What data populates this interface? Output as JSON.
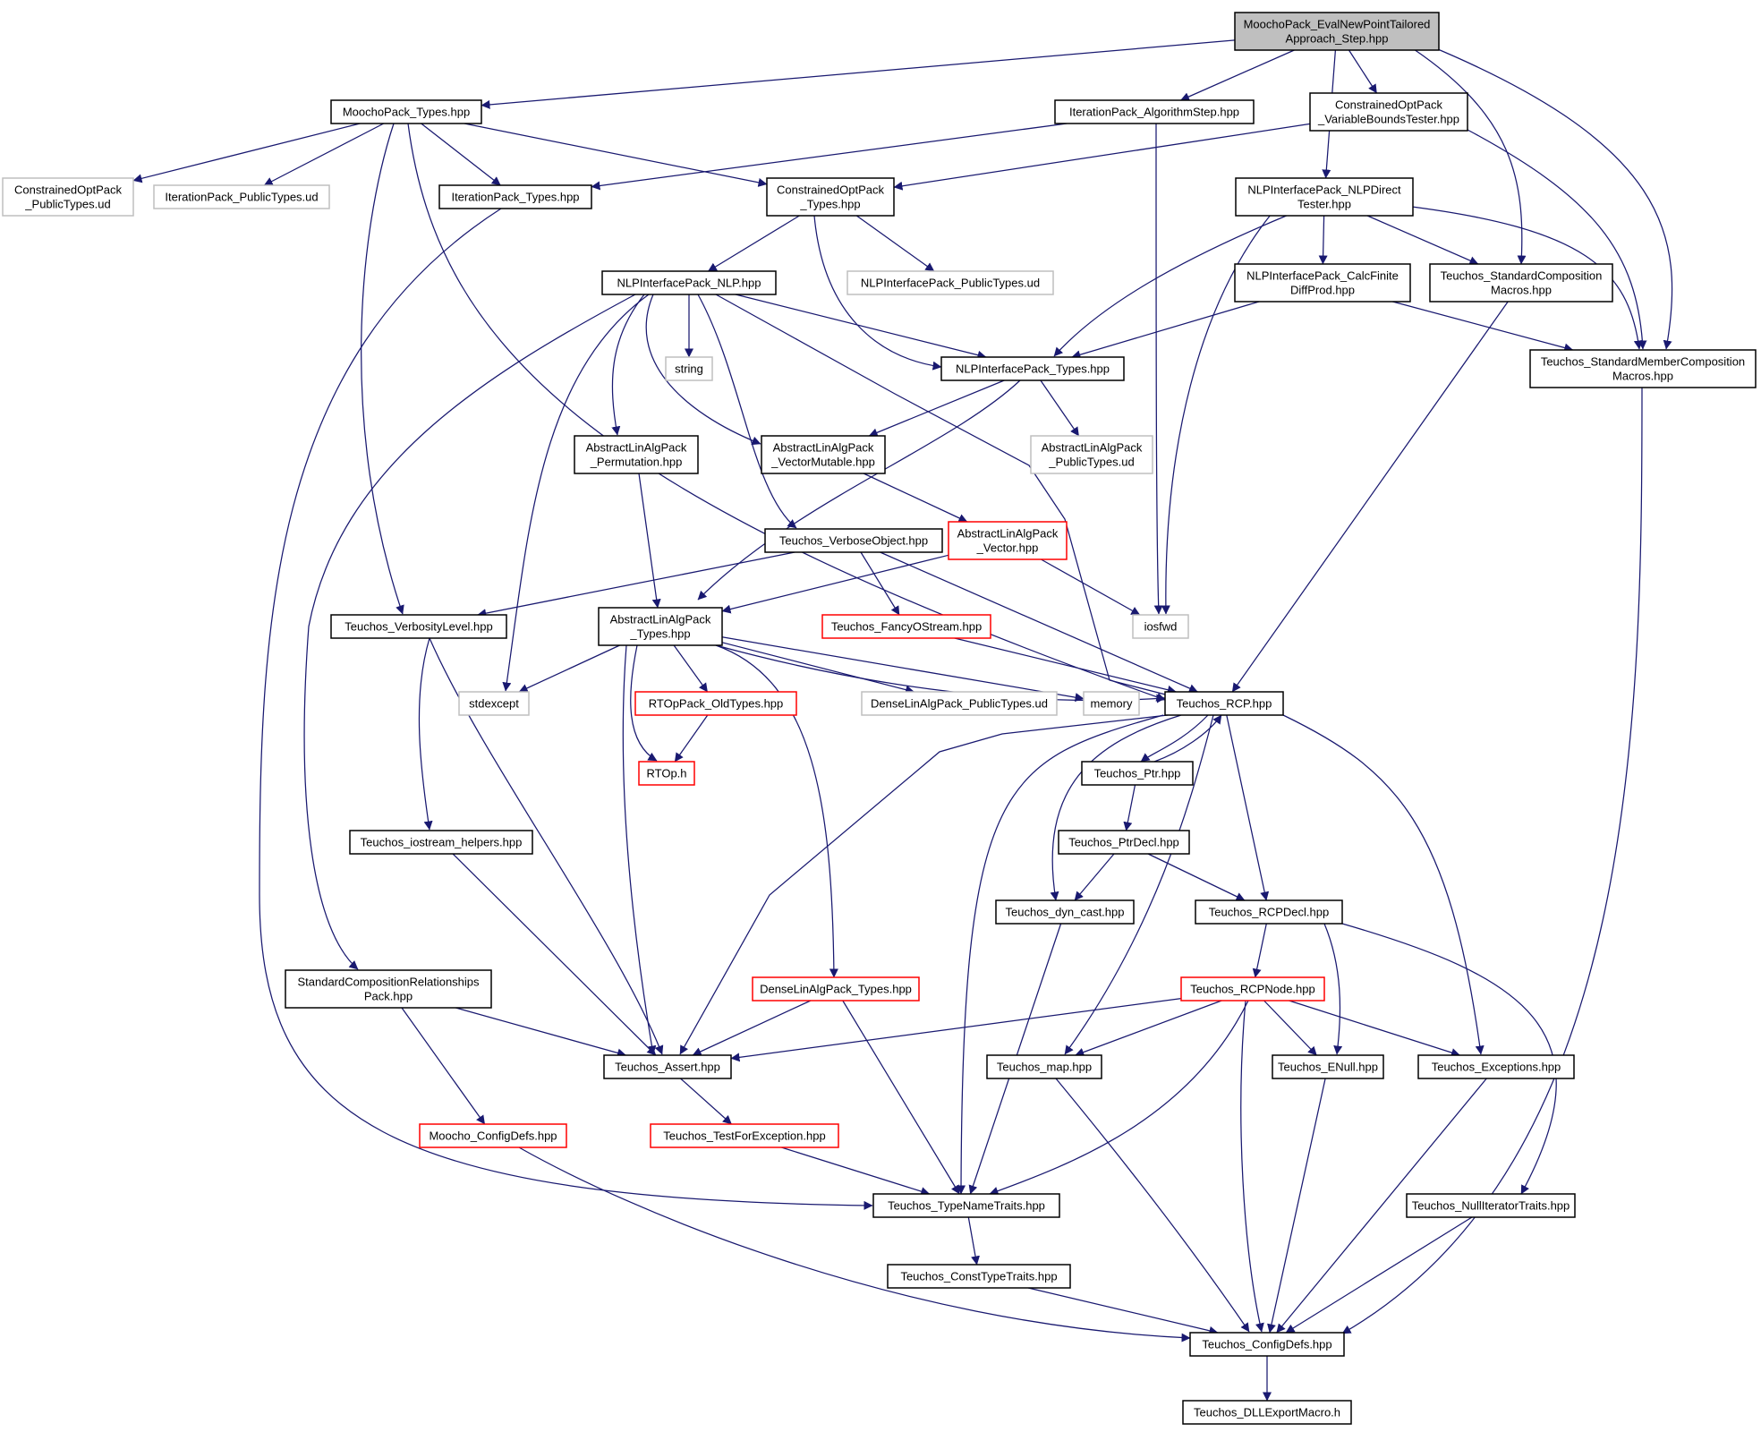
{
  "colors": {
    "edge": "#191970",
    "root_fill": "#bfbfbf",
    "normal_border": "#000000",
    "truncated_border": "#ff0000",
    "external_border": "#bfbfbf"
  },
  "nodes": [
    {
      "id": "root",
      "label": "MoochoPack_EvalNewPointTailored\nApproach_Step.hpp",
      "kind": "root"
    },
    {
      "id": "moochotypes",
      "label": "MoochoPack_Types.hpp",
      "kind": "normal"
    },
    {
      "id": "iteralgstep",
      "label": "IterationPack_AlgorithmStep.hpp",
      "kind": "normal"
    },
    {
      "id": "varbounds",
      "label": "ConstrainedOptPack\n_VariableBoundsTester.hpp",
      "kind": "normal"
    },
    {
      "id": "copublicud",
      "label": "ConstrainedOptPack\n_PublicTypes.ud",
      "kind": "external"
    },
    {
      "id": "iterpublicud",
      "label": "IterationPack_PublicTypes.ud",
      "kind": "external"
    },
    {
      "id": "itertypes",
      "label": "IterationPack_Types.hpp",
      "kind": "normal"
    },
    {
      "id": "cotypes",
      "label": "ConstrainedOptPack\n_Types.hpp",
      "kind": "normal"
    },
    {
      "id": "nlpdirect",
      "label": "NLPInterfacePack_NLPDirect\nTester.hpp",
      "kind": "normal"
    },
    {
      "id": "nlphpp",
      "label": "NLPInterfacePack_NLP.hpp",
      "kind": "normal"
    },
    {
      "id": "nlppublicud",
      "label": "NLPInterfacePack_PublicTypes.ud",
      "kind": "external"
    },
    {
      "id": "calcfinite",
      "label": "NLPInterfacePack_CalcFinite\nDiffProd.hpp",
      "kind": "normal"
    },
    {
      "id": "stdcomp",
      "label": "Teuchos_StandardComposition\nMacros.hpp",
      "kind": "normal"
    },
    {
      "id": "stdmember",
      "label": "Teuchos_StandardMemberComposition\nMacros.hpp",
      "kind": "normal"
    },
    {
      "id": "string",
      "label": "string",
      "kind": "external"
    },
    {
      "id": "nlptypes",
      "label": "NLPInterfacePack_Types.hpp",
      "kind": "normal"
    },
    {
      "id": "alapermutation",
      "label": "AbstractLinAlgPack\n_Permutation.hpp",
      "kind": "normal"
    },
    {
      "id": "alavecmut",
      "label": "AbstractLinAlgPack\n_VectorMutable.hpp",
      "kind": "normal"
    },
    {
      "id": "alapublicud",
      "label": "AbstractLinAlgPack\n_PublicTypes.ud",
      "kind": "external"
    },
    {
      "id": "verboseobj",
      "label": "Teuchos_VerboseObject.hpp",
      "kind": "normal"
    },
    {
      "id": "alavector",
      "label": "AbstractLinAlgPack\n_Vector.hpp",
      "kind": "truncated"
    },
    {
      "id": "verbositylevel",
      "label": "Teuchos_VerbosityLevel.hpp",
      "kind": "normal"
    },
    {
      "id": "alatypes",
      "label": "AbstractLinAlgPack\n_Types.hpp",
      "kind": "normal"
    },
    {
      "id": "fancyostream",
      "label": "Teuchos_FancyOStream.hpp",
      "kind": "truncated"
    },
    {
      "id": "iosfwd",
      "label": "iosfwd",
      "kind": "external"
    },
    {
      "id": "stdexcept",
      "label": "stdexcept",
      "kind": "external"
    },
    {
      "id": "rtopoldtypes",
      "label": "RTOpPack_OldTypes.hpp",
      "kind": "truncated"
    },
    {
      "id": "denselapublicud",
      "label": "DenseLinAlgPack_PublicTypes.ud",
      "kind": "external"
    },
    {
      "id": "memory",
      "label": "memory",
      "kind": "external"
    },
    {
      "id": "rcp",
      "label": "Teuchos_RCP.hpp",
      "kind": "normal"
    },
    {
      "id": "rtoph",
      "label": "RTOp.h",
      "kind": "truncated"
    },
    {
      "id": "ptr",
      "label": "Teuchos_Ptr.hpp",
      "kind": "normal"
    },
    {
      "id": "iostreamhelpers",
      "label": "Teuchos_iostream_helpers.hpp",
      "kind": "normal"
    },
    {
      "id": "ptrdecl",
      "label": "Teuchos_PtrDecl.hpp",
      "kind": "normal"
    },
    {
      "id": "dyncast",
      "label": "Teuchos_dyn_cast.hpp",
      "kind": "normal"
    },
    {
      "id": "rcpdecl",
      "label": "Teuchos_RCPDecl.hpp",
      "kind": "normal"
    },
    {
      "id": "stdcomprel",
      "label": "StandardCompositionRelationships\nPack.hpp",
      "kind": "normal"
    },
    {
      "id": "denselatypes",
      "label": "DenseLinAlgPack_Types.hpp",
      "kind": "truncated"
    },
    {
      "id": "rcpnode",
      "label": "Teuchos_RCPNode.hpp",
      "kind": "truncated"
    },
    {
      "id": "assert",
      "label": "Teuchos_Assert.hpp",
      "kind": "normal"
    },
    {
      "id": "map",
      "label": "Teuchos_map.hpp",
      "kind": "normal"
    },
    {
      "id": "enull",
      "label": "Teuchos_ENull.hpp",
      "kind": "normal"
    },
    {
      "id": "exceptions",
      "label": "Teuchos_Exceptions.hpp",
      "kind": "normal"
    },
    {
      "id": "moochoconfig",
      "label": "Moocho_ConfigDefs.hpp",
      "kind": "truncated"
    },
    {
      "id": "testforexc",
      "label": "Teuchos_TestForException.hpp",
      "kind": "truncated"
    },
    {
      "id": "typenametraits",
      "label": "Teuchos_TypeNameTraits.hpp",
      "kind": "normal"
    },
    {
      "id": "nulliter",
      "label": "Teuchos_NullIteratorTraits.hpp",
      "kind": "normal"
    },
    {
      "id": "consttypetraits",
      "label": "Teuchos_ConstTypeTraits.hpp",
      "kind": "normal"
    },
    {
      "id": "configdefs",
      "label": "Teuchos_ConfigDefs.hpp",
      "kind": "normal"
    },
    {
      "id": "dllexport",
      "label": "Teuchos_DLLExportMacro.h",
      "kind": "normal"
    }
  ],
  "edges": [
    {
      "from": "root",
      "to": "moochotypes"
    },
    {
      "from": "root",
      "to": "iteralgstep"
    },
    {
      "from": "root",
      "to": "varbounds"
    },
    {
      "from": "root",
      "to": "nlpdirect"
    },
    {
      "from": "root",
      "to": "stdcomp"
    },
    {
      "from": "root",
      "to": "stdmember"
    },
    {
      "from": "moochotypes",
      "to": "copublicud"
    },
    {
      "from": "moochotypes",
      "to": "iterpublicud"
    },
    {
      "from": "moochotypes",
      "to": "itertypes"
    },
    {
      "from": "moochotypes",
      "to": "cotypes"
    },
    {
      "from": "moochotypes",
      "to": "verbositylevel"
    },
    {
      "from": "moochotypes",
      "to": "rcp"
    },
    {
      "from": "iteralgstep",
      "to": "itertypes"
    },
    {
      "from": "iteralgstep",
      "to": "iosfwd"
    },
    {
      "from": "varbounds",
      "to": "cotypes"
    },
    {
      "from": "varbounds",
      "to": "stdmember"
    },
    {
      "from": "itertypes",
      "to": "typenametraits"
    },
    {
      "from": "cotypes",
      "to": "nlphpp"
    },
    {
      "from": "cotypes",
      "to": "nlppublicud"
    },
    {
      "from": "cotypes",
      "to": "nlptypes"
    },
    {
      "from": "nlpdirect",
      "to": "calcfinite"
    },
    {
      "from": "nlpdirect",
      "to": "stdcomp"
    },
    {
      "from": "nlpdirect",
      "to": "stdmember"
    },
    {
      "from": "nlpdirect",
      "to": "nlptypes"
    },
    {
      "from": "nlpdirect",
      "to": "iosfwd"
    },
    {
      "from": "nlphpp",
      "to": "string"
    },
    {
      "from": "nlphpp",
      "to": "nlptypes"
    },
    {
      "from": "nlphpp",
      "to": "alapermutation"
    },
    {
      "from": "nlphpp",
      "to": "alavecmut"
    },
    {
      "from": "nlphpp",
      "to": "verboseobj"
    },
    {
      "from": "nlphpp",
      "to": "stdexcept"
    },
    {
      "from": "nlphpp",
      "to": "stdcomprel"
    },
    {
      "from": "nlphpp",
      "to": "rcp"
    },
    {
      "from": "calcfinite",
      "to": "nlptypes"
    },
    {
      "from": "calcfinite",
      "to": "stdmember"
    },
    {
      "from": "stdcomp",
      "to": "rcp"
    },
    {
      "from": "stdmember",
      "to": "configdefs"
    },
    {
      "from": "nlptypes",
      "to": "alavecmut"
    },
    {
      "from": "nlptypes",
      "to": "alapublicud"
    },
    {
      "from": "nlptypes",
      "to": "alatypes"
    },
    {
      "from": "alapermutation",
      "to": "alatypes"
    },
    {
      "from": "alavecmut",
      "to": "alavector"
    },
    {
      "from": "alavector",
      "to": "alatypes"
    },
    {
      "from": "alavector",
      "to": "iosfwd"
    },
    {
      "from": "verboseobj",
      "to": "verbositylevel"
    },
    {
      "from": "verboseobj",
      "to": "fancyostream"
    },
    {
      "from": "verboseobj",
      "to": "rcp"
    },
    {
      "from": "verbositylevel",
      "to": "iostreamhelpers"
    },
    {
      "from": "verbositylevel",
      "to": "assert"
    },
    {
      "from": "alatypes",
      "to": "stdexcept"
    },
    {
      "from": "alatypes",
      "to": "rtopoldtypes"
    },
    {
      "from": "alatypes",
      "to": "rtoph"
    },
    {
      "from": "alatypes",
      "to": "denselapublicud"
    },
    {
      "from": "alatypes",
      "to": "memory"
    },
    {
      "from": "alatypes",
      "to": "rcp"
    },
    {
      "from": "alatypes",
      "to": "denselatypes"
    },
    {
      "from": "alatypes",
      "to": "assert"
    },
    {
      "from": "fancyostream",
      "to": "rcp"
    },
    {
      "from": "rtopoldtypes",
      "to": "rtoph"
    },
    {
      "from": "rcp",
      "to": "ptr"
    },
    {
      "from": "rcp",
      "to": "dyncast"
    },
    {
      "from": "rcp",
      "to": "rcpdecl"
    },
    {
      "from": "rcp",
      "to": "assert"
    },
    {
      "from": "rcp",
      "to": "map"
    },
    {
      "from": "rcp",
      "to": "exceptions"
    },
    {
      "from": "rcp",
      "to": "typenametraits"
    },
    {
      "from": "ptr",
      "to": "rcp"
    },
    {
      "from": "ptr",
      "to": "ptrdecl"
    },
    {
      "from": "ptrdecl",
      "to": "dyncast"
    },
    {
      "from": "ptrdecl",
      "to": "rcpdecl"
    },
    {
      "from": "iostreamhelpers",
      "to": "assert"
    },
    {
      "from": "dyncast",
      "to": "typenametraits"
    },
    {
      "from": "rcpdecl",
      "to": "rcpnode"
    },
    {
      "from": "rcpdecl",
      "to": "enull"
    },
    {
      "from": "rcpdecl",
      "to": "nulliter"
    },
    {
      "from": "stdcomprel",
      "to": "assert"
    },
    {
      "from": "stdcomprel",
      "to": "moochoconfig"
    },
    {
      "from": "denselatypes",
      "to": "assert"
    },
    {
      "from": "denselatypes",
      "to": "typenametraits"
    },
    {
      "from": "rcpnode",
      "to": "assert"
    },
    {
      "from": "rcpnode",
      "to": "map"
    },
    {
      "from": "rcpnode",
      "to": "enull"
    },
    {
      "from": "rcpnode",
      "to": "exceptions"
    },
    {
      "from": "rcpnode",
      "to": "typenametraits"
    },
    {
      "from": "rcpnode",
      "to": "configdefs"
    },
    {
      "from": "assert",
      "to": "testforexc"
    },
    {
      "from": "map",
      "to": "configdefs"
    },
    {
      "from": "enull",
      "to": "configdefs"
    },
    {
      "from": "exceptions",
      "to": "configdefs"
    },
    {
      "from": "moochoconfig",
      "to": "configdefs"
    },
    {
      "from": "testforexc",
      "to": "typenametraits"
    },
    {
      "from": "typenametraits",
      "to": "consttypetraits"
    },
    {
      "from": "nulliter",
      "to": "configdefs"
    },
    {
      "from": "consttypetraits",
      "to": "configdefs"
    },
    {
      "from": "configdefs",
      "to": "dllexport"
    }
  ]
}
